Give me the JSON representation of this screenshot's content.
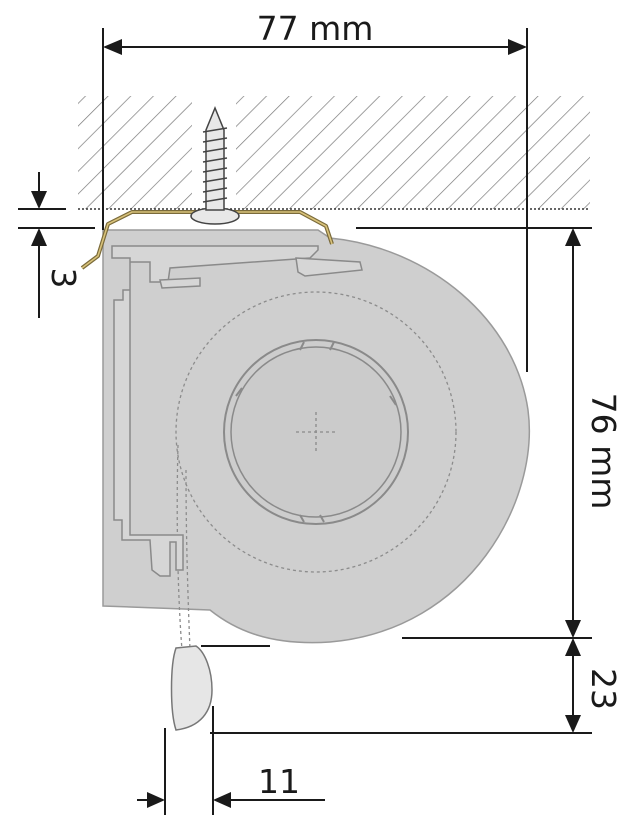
{
  "dimensions": {
    "width": "77 mm",
    "height": "76 mm",
    "clearance": "3",
    "bottom_bar_height": "23",
    "bottom_bar_width": "11"
  },
  "colors": {
    "housing": "#cfcfcf",
    "clip": "#7a6a3a",
    "lines": "#1a1a1a"
  }
}
